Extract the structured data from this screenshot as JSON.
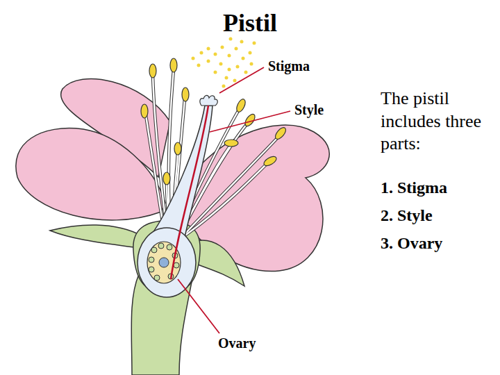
{
  "diagram": {
    "title": "Pistil",
    "labels": [
      "Stigma",
      "Style",
      "Ovary",
      "The pistil includes three parts:",
      "1. Stigma",
      "2. Style",
      "3. Ovary"
    ]
  }
}
